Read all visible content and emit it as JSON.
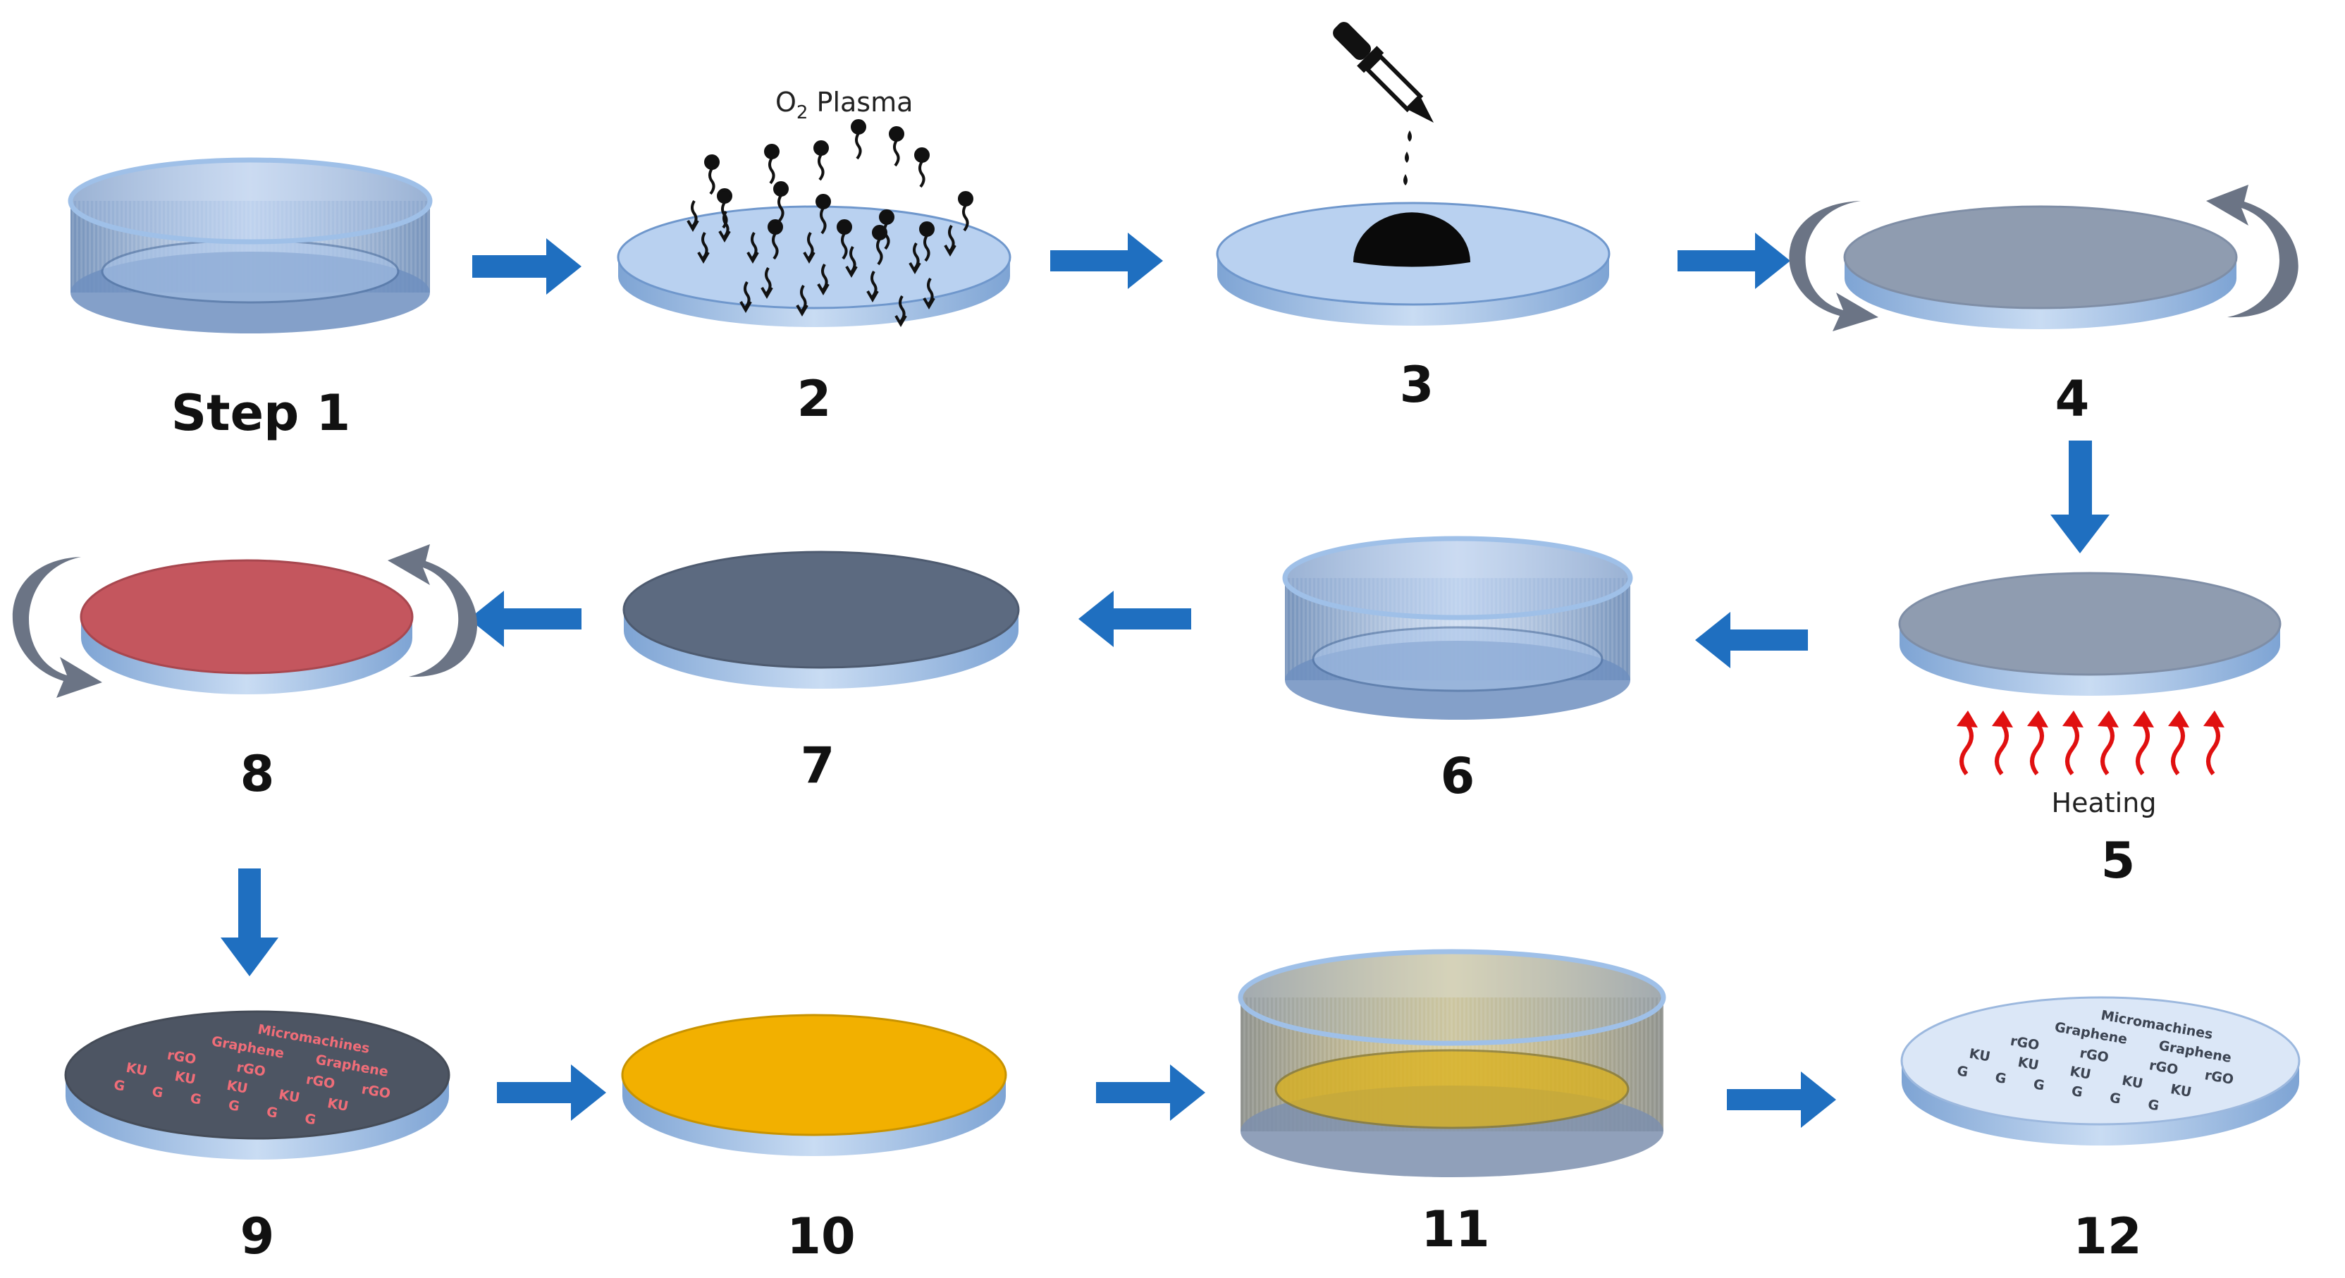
{
  "steps": [
    {
      "id": "step-1",
      "label": "Step 1"
    },
    {
      "id": "step-2",
      "label": "2"
    },
    {
      "id": "step-3",
      "label": "3"
    },
    {
      "id": "step-4",
      "label": "4"
    },
    {
      "id": "step-5",
      "label": "5"
    },
    {
      "id": "step-6",
      "label": "6"
    },
    {
      "id": "step-7",
      "label": "7"
    },
    {
      "id": "step-8",
      "label": "8"
    },
    {
      "id": "step-9",
      "label": "9"
    },
    {
      "id": "step-10",
      "label": "10"
    },
    {
      "id": "step-11",
      "label": "11"
    },
    {
      "id": "step-12",
      "label": "12"
    }
  ],
  "annotations": {
    "plasma_prefix": "O",
    "plasma_subscript": "2",
    "plasma_suffix": " Plasma",
    "heating": "Heating"
  },
  "wafer_text": {
    "micromachines": "Micromachines",
    "graphene": "Graphene",
    "rgo": "rGO",
    "ku": "KU",
    "g": "G"
  },
  "colors": {
    "arrow": "#1f6fc0",
    "substrate": "#b9d1f0",
    "substrate_edge": "#6f97cc",
    "coated_gray": "#8f9cb0",
    "dark_film": "#5c6a80",
    "photoresist_red": "#c4565e",
    "patterned_dark": "#4d5563",
    "gold": "#f2b000",
    "heat_arrow": "#e01010",
    "rotation_arrow": "#6b7485"
  }
}
